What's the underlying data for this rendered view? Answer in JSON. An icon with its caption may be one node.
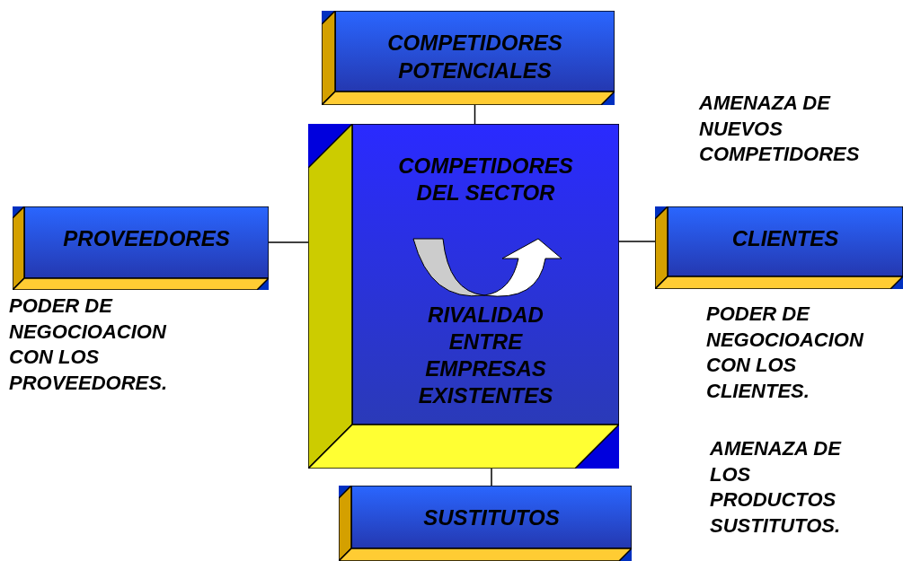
{
  "diagram": {
    "nodes": [
      {
        "text": [
          "COMPETIDORES POTENCIALES"
        ]
      },
      {
        "text": [
          "PROVEEDORES"
        ]
      },
      {
        "text": [
          "COMPETIDORES DEL SECTOR",
          "RIVALIDAD ENTRE EMPRESAS EXISTENTES"
        ]
      },
      {
        "text": [
          "CLIENTES"
        ]
      },
      {
        "text": [
          "SUSTITUTOS"
        ]
      }
    ],
    "edges": [
      {
        "from": 0,
        "to": 2,
        "arrow": "none"
      },
      {
        "from": 1,
        "to": 2,
        "arrow": "none"
      },
      {
        "from": 2,
        "to": 3,
        "arrow": "none"
      },
      {
        "from": 2,
        "to": 4,
        "arrow": "none"
      }
    ],
    "labels": [
      "AMENAZA DE NUEVOS COMPETIDORES",
      "PODER DE NEGOCIOACION CON LOS PROVEEDORES.",
      "PODER DE NEGOCIOACION CON LOS CLIENTES.",
      "AMENAZA DE LOS PRODUCTOS SUSTITUTOS."
    ]
  }
}
